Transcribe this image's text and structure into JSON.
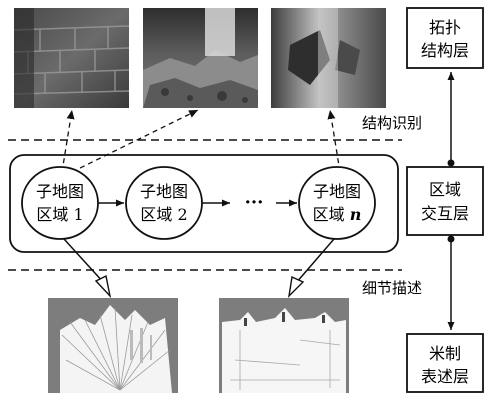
{
  "nodes": [
    {
      "line1": "子地图",
      "line2_text": "区域",
      "line2_num": "1",
      "num_italic": false
    },
    {
      "line1": "子地图",
      "line2_text": "区域",
      "line2_num": "2",
      "num_italic": false
    },
    {
      "line1": "子地图",
      "line2_text": "区域",
      "line2_num": "n",
      "num_italic": true
    }
  ],
  "ellipsis": "···",
  "labels": {
    "structure_recognition": "结构识别",
    "detail_description": "细节描述"
  },
  "right_boxes": {
    "topology": {
      "line1": "拓扑",
      "line2": "结构层"
    },
    "interaction": {
      "line1": "区域",
      "line2": "交互层"
    },
    "metric": {
      "line1": "米制",
      "line2": "表述层"
    }
  },
  "photos": [
    {
      "scene": "brick-wall"
    },
    {
      "scene": "rubble-debris"
    },
    {
      "scene": "collapsed-pillar"
    }
  ],
  "maps": [
    {
      "scene": "fan-shaped-map"
    },
    {
      "scene": "corridor-map"
    }
  ]
}
